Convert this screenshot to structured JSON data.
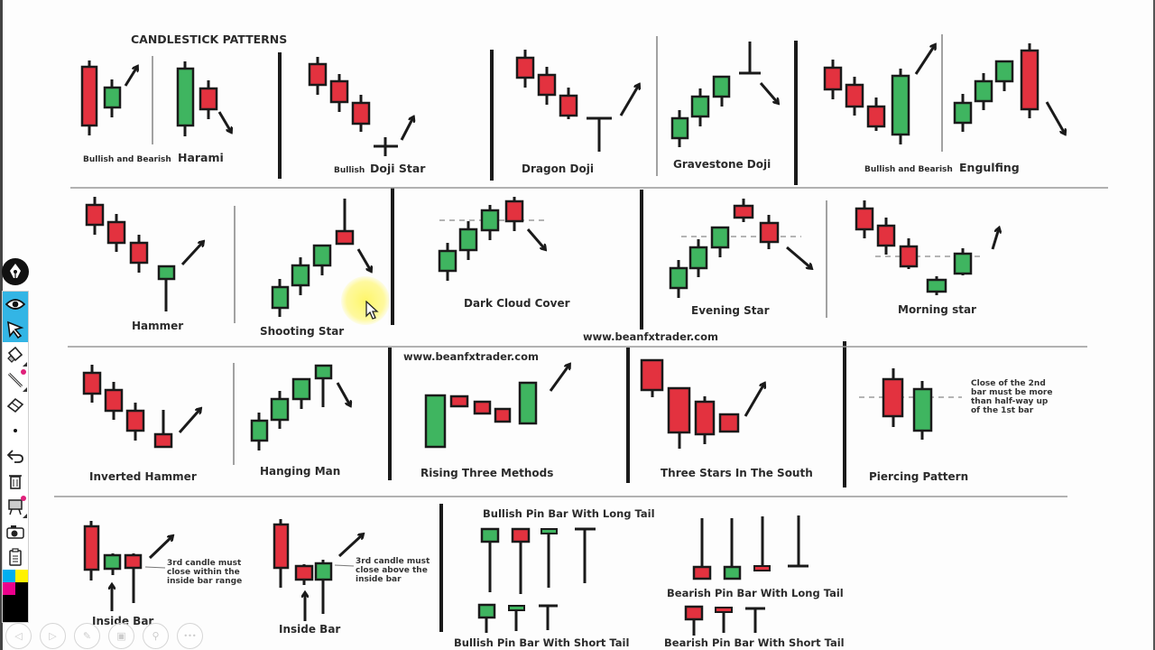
{
  "title": "CANDLESTICK PATTERNS",
  "watermark": "www.beanfxtrader.com",
  "colors": {
    "bullish": "#3fb560",
    "bearish": "#e3323f",
    "outline": "#1a1a1a",
    "toolbar_active": "#33b5e5",
    "toolbar_dot": "#e0207a",
    "text": "#2b2b2b"
  },
  "patterns": {
    "harami": {
      "prefix": "Bullish and Bearish",
      "name": "Harami"
    },
    "doji_star": {
      "prefix": "Bullish",
      "name": "Doji Star"
    },
    "dragon_doji": {
      "name": "Dragon Doji"
    },
    "gravestone_doji": {
      "name": "Gravestone Doji"
    },
    "engulfing": {
      "prefix": "Bullish and Bearish",
      "name": "Engulfing"
    },
    "hammer": {
      "name": "Hammer"
    },
    "shooting_star": {
      "name": "Shooting Star"
    },
    "dark_cloud_cover": {
      "name": "Dark Cloud Cover"
    },
    "evening_star": {
      "name": "Evening Star"
    },
    "morning_star": {
      "name": "Morning star"
    },
    "inverted_hammer": {
      "name": "Inverted Hammer"
    },
    "hanging_man": {
      "name": "Hanging Man"
    },
    "rising_three_methods": {
      "name": "Rising Three Methods"
    },
    "three_stars_south": {
      "name": "Three Stars In The South"
    },
    "piercing_pattern": {
      "name": "Piercing Pattern",
      "note": [
        "Close of the 2nd",
        "bar must be more",
        "than half-way up",
        "of the 1st bar"
      ]
    },
    "inside_bar_1": {
      "name": "Inside Bar",
      "note": [
        "3rd candle must",
        "close within the",
        "inside bar range"
      ]
    },
    "inside_bar_2": {
      "name": "Inside Bar",
      "note": [
        "3rd candle must",
        "close above the",
        "inside bar"
      ]
    },
    "bullish_pin_long": {
      "name": "Bullish Pin Bar With Long Tail"
    },
    "bullish_pin_short": {
      "name": "Bullish Pin Bar With Short Tail"
    },
    "bearish_pin_long": {
      "name": "Bearish Pin Bar With Long Tail"
    },
    "bearish_pin_short": {
      "name": "Bearish Pin Bar With Short Tail"
    }
  },
  "toolbar": {
    "logo": "pen-nib-logo",
    "tools": [
      {
        "name": "eye",
        "active": true
      },
      {
        "name": "select-arrow",
        "active": true
      },
      {
        "name": "highlighter",
        "active": false
      },
      {
        "name": "line",
        "active": false
      },
      {
        "name": "eraser",
        "active": false
      },
      {
        "name": "dot",
        "active": false
      },
      {
        "name": "undo",
        "active": false
      },
      {
        "name": "trash",
        "active": false
      },
      {
        "name": "whiteboard",
        "active": false
      },
      {
        "name": "camera",
        "active": false
      },
      {
        "name": "clipboard",
        "active": false
      }
    ],
    "palette": [
      "#00aeef",
      "#fff200",
      "#ec008c",
      "#000000"
    ]
  },
  "bottom_nav": [
    {
      "name": "previous",
      "glyph": "◁"
    },
    {
      "name": "next",
      "glyph": "▷"
    },
    {
      "name": "pen",
      "glyph": "✎"
    },
    {
      "name": "slides",
      "glyph": "▣"
    },
    {
      "name": "zoom",
      "glyph": "⚲"
    },
    {
      "name": "more",
      "glyph": "•••"
    }
  ]
}
